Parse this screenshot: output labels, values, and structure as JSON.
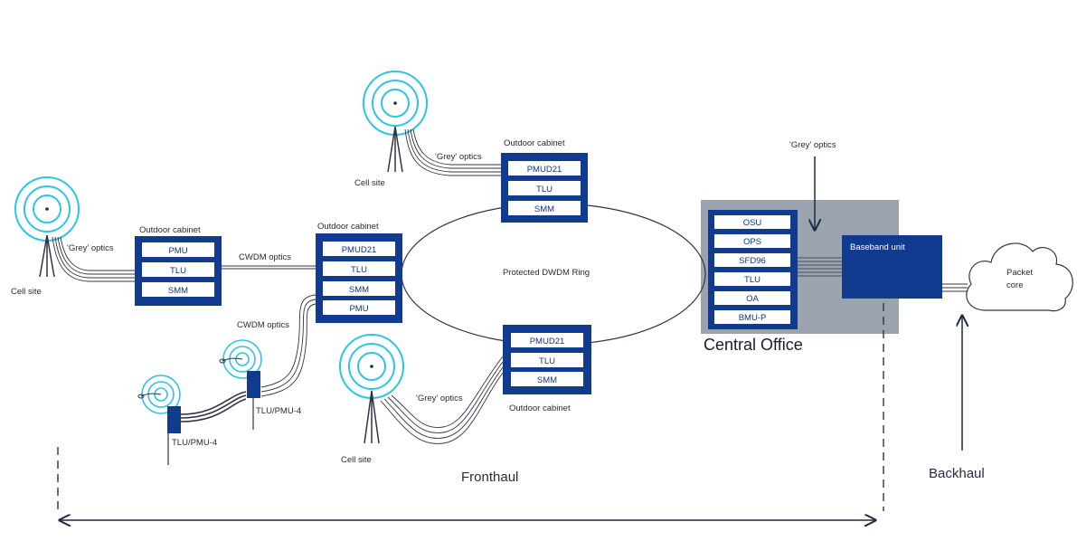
{
  "colors": {
    "navy": "#113b8f",
    "cyan": "#2ec4e6",
    "grey_box": "#9aa3ae",
    "line": "#333344",
    "arrow": "#1f2a44"
  },
  "labels": {
    "cell_site": "Cell site",
    "grey_optics": "'Grey' optics",
    "cwdm_optics": "CWDM optics",
    "outdoor_cabinet": "Outdoor cabinet",
    "ring": "Protected DWDM Ring",
    "central_office": "Central Office",
    "baseband_unit": "Baseband unit",
    "packet_core_1": "Packet",
    "packet_core_2": "core",
    "fronthaul": "Fronthaul",
    "backhaul": "Backhaul",
    "tlu_pmu4": "TLU/PMU-4"
  },
  "cabinets": {
    "left": [
      "PMU",
      "TLU",
      "SMM"
    ],
    "middle": [
      "PMUD21",
      "TLU",
      "SMM",
      "PMU"
    ],
    "top": [
      "PMUD21",
      "TLU",
      "SMM"
    ],
    "bottom": [
      "PMUD21",
      "TLU",
      "SMM"
    ]
  },
  "central_office_modules": [
    "OSU",
    "OPS",
    "SFD96",
    "TLU",
    "OA",
    "BMU-P"
  ]
}
